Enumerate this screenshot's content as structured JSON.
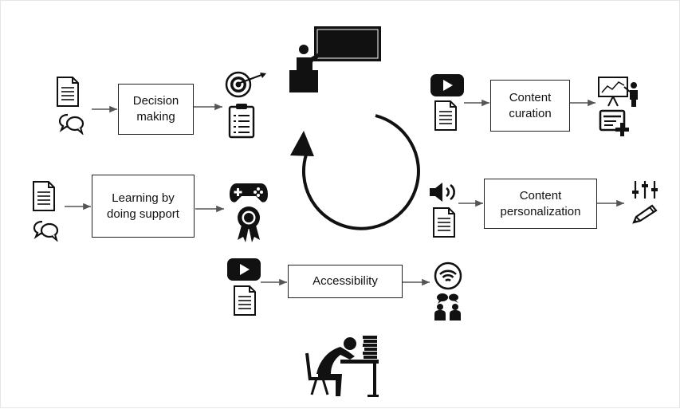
{
  "processes": [
    {
      "id": "decision",
      "label": "Decision\nmaking",
      "inputs": [
        "document-icon",
        "chat-bubbles-icon"
      ],
      "outputs": [
        "target-icon",
        "clipboard-checklist-icon"
      ]
    },
    {
      "id": "learning",
      "label": "Learning by\ndoing support",
      "inputs": [
        "document-icon",
        "chat-bubbles-icon"
      ],
      "outputs": [
        "gamepad-icon",
        "award-ribbon-icon"
      ]
    },
    {
      "id": "accessibility",
      "label": "Accessibility",
      "inputs": [
        "video-play-icon",
        "document-icon"
      ],
      "outputs": [
        "wifi-icon",
        "people-talking-icon"
      ]
    },
    {
      "id": "curation",
      "label": "Content\ncuration",
      "inputs": [
        "video-play-icon",
        "document-icon"
      ],
      "outputs": [
        "presentation-board-icon",
        "add-document-icon"
      ]
    },
    {
      "id": "personalization",
      "label": "Content\npersonalization",
      "inputs": [
        "speaker-icon",
        "document-icon"
      ],
      "outputs": [
        "sliders-icon",
        "pencil-icon"
      ]
    }
  ],
  "center": {
    "top": "teacher-at-blackboard-icon",
    "cycle": "circular-arrow-icon",
    "bottom": "stressed-student-icon"
  },
  "colors": {
    "stroke": "#222222",
    "arrow": "#555555",
    "icon": "#111111"
  }
}
